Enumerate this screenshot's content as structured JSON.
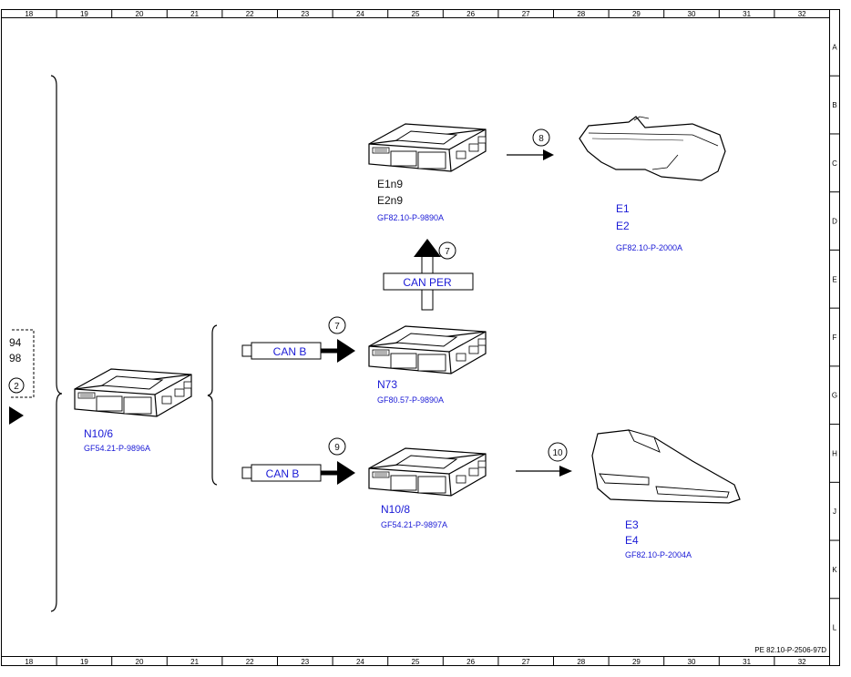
{
  "frame": {
    "columns": [
      "18",
      "19",
      "20",
      "21",
      "22",
      "23",
      "24",
      "25",
      "26",
      "27",
      "28",
      "29",
      "30",
      "31",
      "32"
    ],
    "rows": [
      "A",
      "B",
      "C",
      "D",
      "E",
      "F",
      "G",
      "H",
      "J",
      "K",
      "L"
    ],
    "footer_ref": "PE 82.10-P-2506-97D"
  },
  "connector_ref": {
    "line1": "94",
    "line2": "98",
    "circle": "2"
  },
  "components": {
    "n10_6": {
      "name": "N10/6",
      "ref": "GF54.21-P-9896A"
    },
    "n73": {
      "name": "N73",
      "ref": "GF80.57-P-9890A"
    },
    "e1n9": {
      "name1": "E1n9",
      "name2": "E2n9",
      "ref": "GF82.10-P-9890A"
    },
    "n10_8": {
      "name": "N10/8",
      "ref": "GF54.21-P-9897A"
    },
    "headlamp": {
      "name1": "E1",
      "name2": "E2",
      "ref": "GF82.10-P-2000A"
    },
    "taillamp": {
      "name1": "E3",
      "name2": "E4",
      "ref": "GF82.10-P-2004A"
    }
  },
  "buses": {
    "can_b_top": "CAN B",
    "can_b_bottom": "CAN B",
    "can_per": "CAN PER"
  },
  "step_numbers": {
    "to_n73": "7",
    "to_n10_8": "9",
    "to_e1n9": "7",
    "to_headlamp": "8",
    "to_taillamp": "10"
  },
  "colors": {
    "text_blue": "#1a1ad6",
    "line": "#000000"
  }
}
